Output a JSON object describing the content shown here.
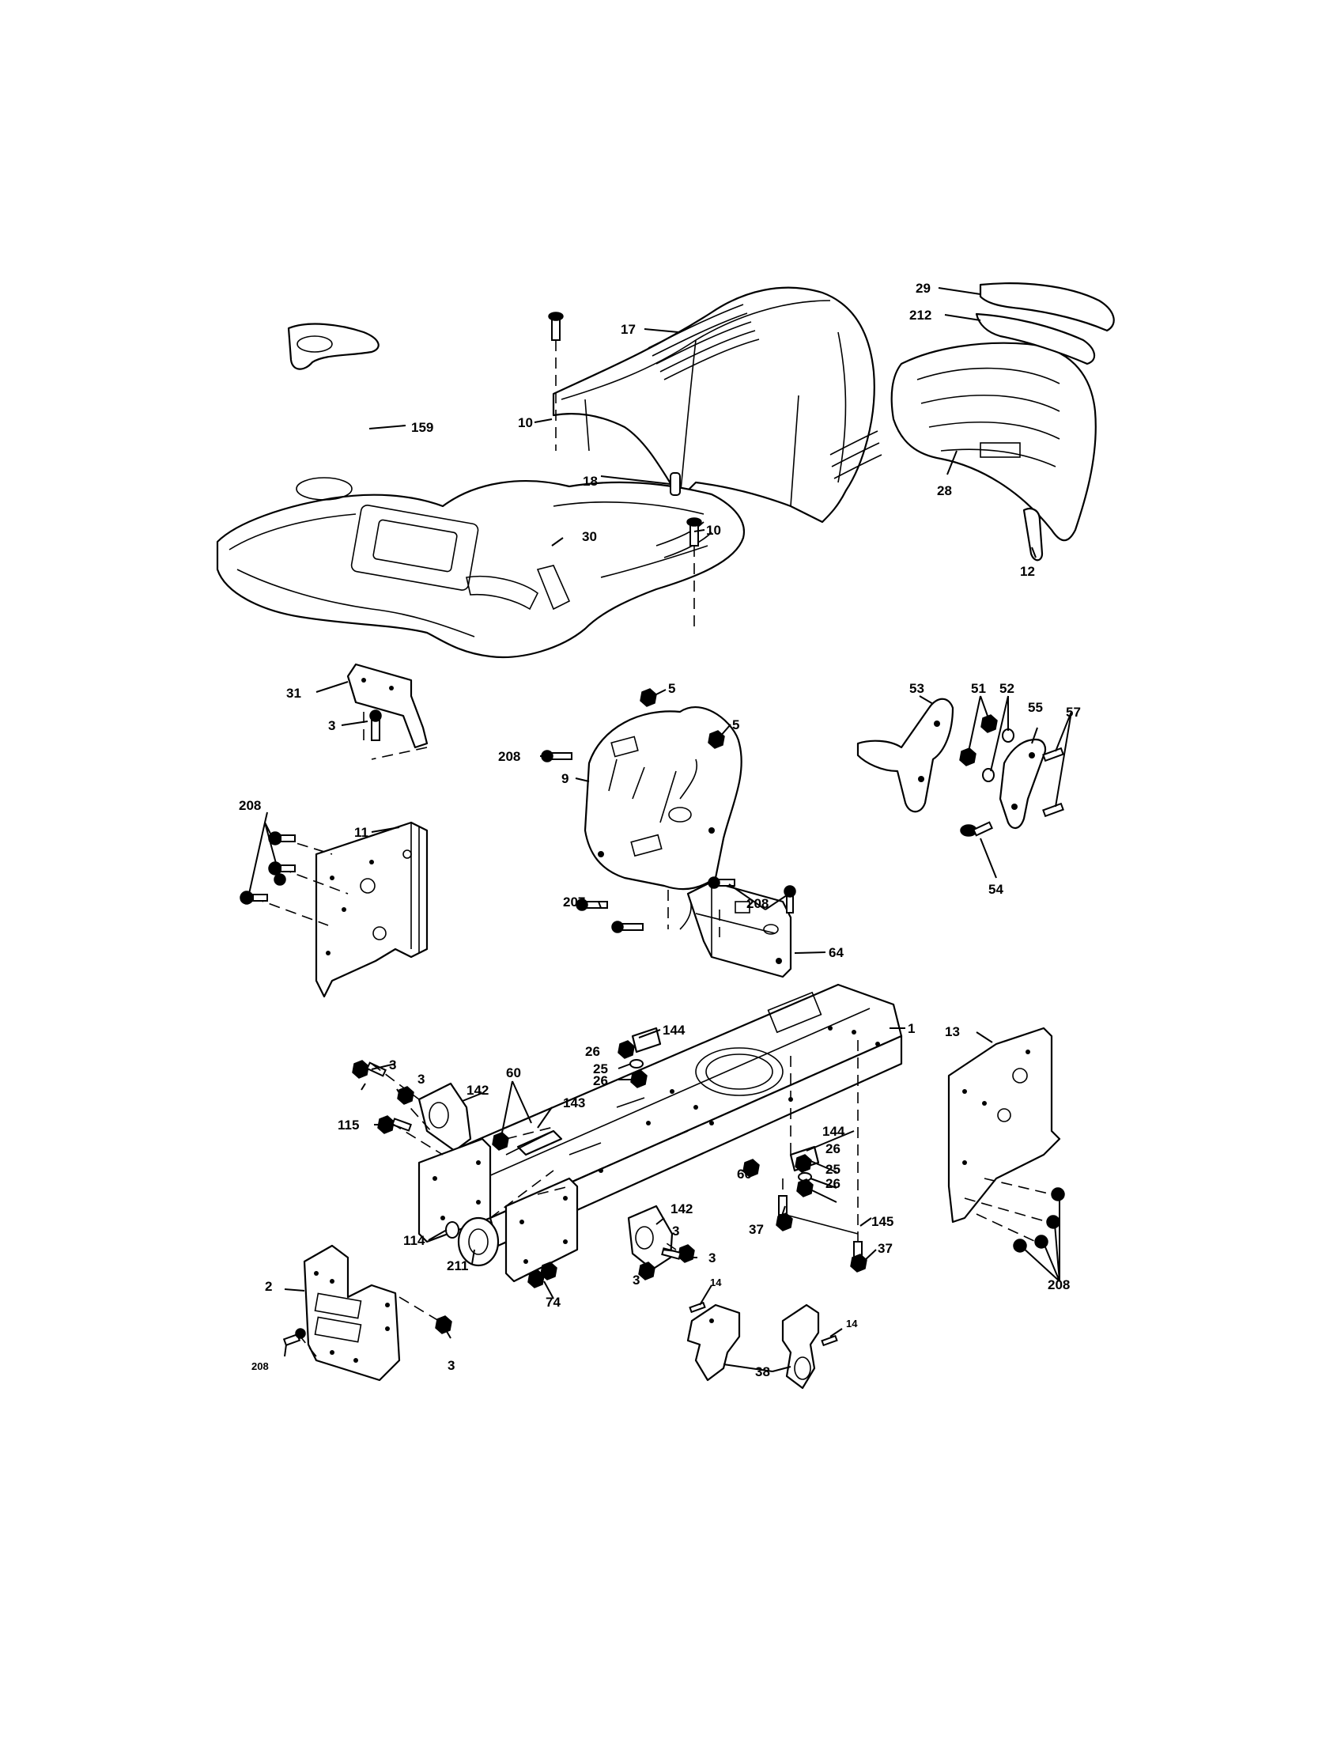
{
  "labels": {
    "p1": "1",
    "p2": "2",
    "p3_a": "3",
    "p3_b": "3",
    "p3_c": "3",
    "p3_d": "3",
    "p3_e": "3",
    "p3_f": "3",
    "p3_g": "3",
    "p5_a": "5",
    "p5_b": "5",
    "p9": "9",
    "p10_a": "10",
    "p10_b": "10",
    "p11": "11",
    "p12": "12",
    "p13": "13",
    "p14_a": "14",
    "p14_b": "14",
    "p17": "17",
    "p18": "18",
    "p25_a": "25",
    "p25_b": "25",
    "p26_a": "26",
    "p26_b": "26",
    "p26_c": "26",
    "p26_d": "26",
    "p28": "28",
    "p29": "29",
    "p30": "30",
    "p31": "31",
    "p37_a": "37",
    "p37_b": "37",
    "p38": "38",
    "p51": "51",
    "p52": "52",
    "p53": "53",
    "p54": "54",
    "p55": "55",
    "p57": "57",
    "p60_a": "60",
    "p60_b": "60",
    "p64": "64",
    "p74": "74",
    "p114": "114",
    "p115": "115",
    "p142_a": "142",
    "p142_b": "142",
    "p143": "143",
    "p144_a": "144",
    "p144_b": "144",
    "p145": "145",
    "p159": "159",
    "p207": "207",
    "p208_a": "208",
    "p208_b": "208",
    "p208_c": "208",
    "p208_d": "208",
    "p208_e": "208",
    "p211": "211",
    "p212": "212"
  }
}
